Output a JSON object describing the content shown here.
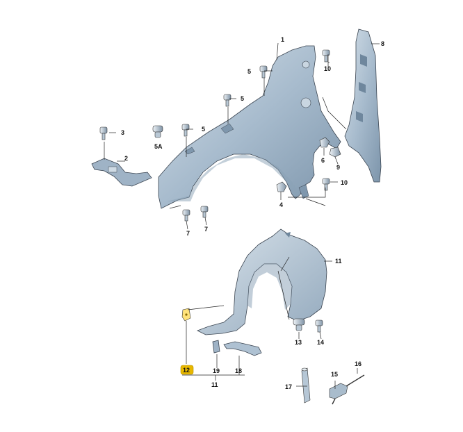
{
  "labels": {
    "l1": "1",
    "l2": "2",
    "l3": "3",
    "l4": "4",
    "l5a": "5",
    "l5b": "5",
    "l5c": "5",
    "l5A": "5A",
    "l6": "6",
    "l7a": "7",
    "l7b": "7",
    "l8": "8",
    "l9": "9",
    "l10a": "10",
    "l10b": "10",
    "l11a": "11",
    "l11b": "11",
    "l12": "12",
    "l13": "13",
    "l14": "14",
    "l15": "15",
    "l16": "16",
    "l17": "17",
    "l18": "18",
    "l19": "19"
  },
  "colors": {
    "part_fill": "#a9bdd0",
    "part_shade": "#7f97ad",
    "part_light": "#d6e1ea",
    "highlight": "#e8b800",
    "leader": "#222222"
  },
  "highlighted_part": "12"
}
